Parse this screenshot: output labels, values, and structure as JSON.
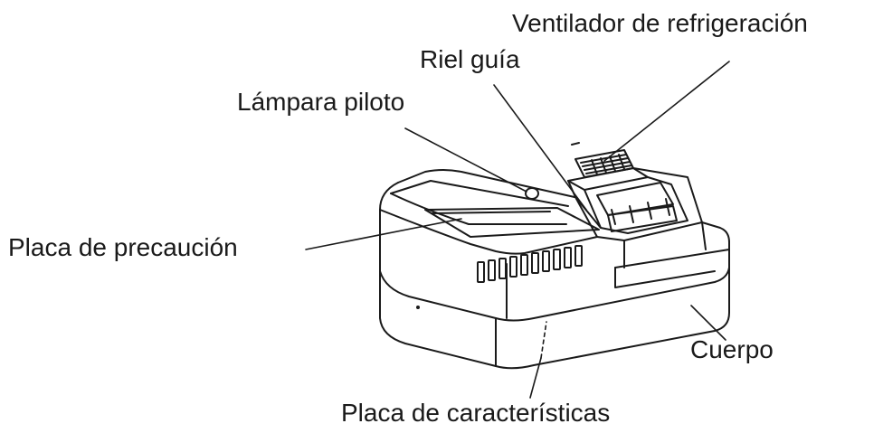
{
  "labels": {
    "cooling_fan": "Ventilador de refrigeración",
    "guide_rail": "Riel guía",
    "pilot_lamp": "Lámpara piloto",
    "caution_plate": "Placa de precaución",
    "body": "Cuerpo",
    "rating_plate": "Placa de características"
  },
  "colors": {
    "ink": "#1a1a1a",
    "background": "#ffffff",
    "body_fill": "#ffffff"
  }
}
